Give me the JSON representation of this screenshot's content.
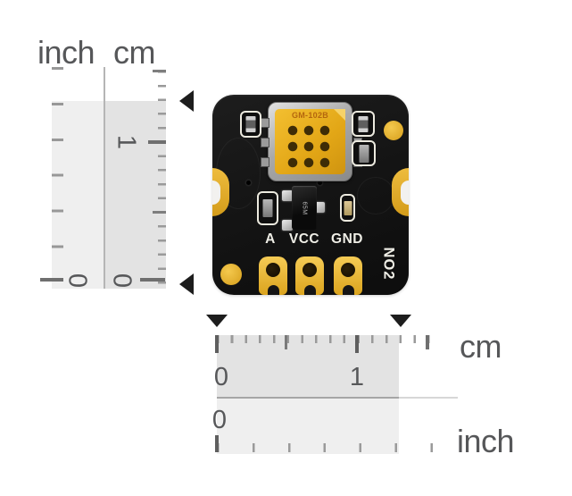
{
  "vertical_ruler": {
    "unit_left": "inch",
    "unit_right": "cm",
    "zero_inch": "0",
    "zero_cm": "0",
    "one_cm": "1"
  },
  "horizontal_ruler": {
    "unit_cm": "cm",
    "unit_inch": "inch",
    "zero_cm": "0",
    "one_cm": "1",
    "zero_inch": "0"
  },
  "pcb": {
    "sensor_marking": "GM-102B",
    "transistor_marking": "65M",
    "pin_labels": [
      "A",
      "VCC",
      "GND"
    ],
    "side_label": "NO2"
  },
  "colors": {
    "gold": "#e3ac26",
    "board_black": "#141414",
    "silkscreen_white": "#eceadf",
    "sensor_gold": "#e8b31f",
    "sensor_marking_orange": "#b4660e",
    "ruler_text_gray": "#565759",
    "ruler_shade_cm": "#e3e3e3",
    "ruler_shade_inch": "#efefef",
    "marker_black": "#1d1d1d"
  }
}
